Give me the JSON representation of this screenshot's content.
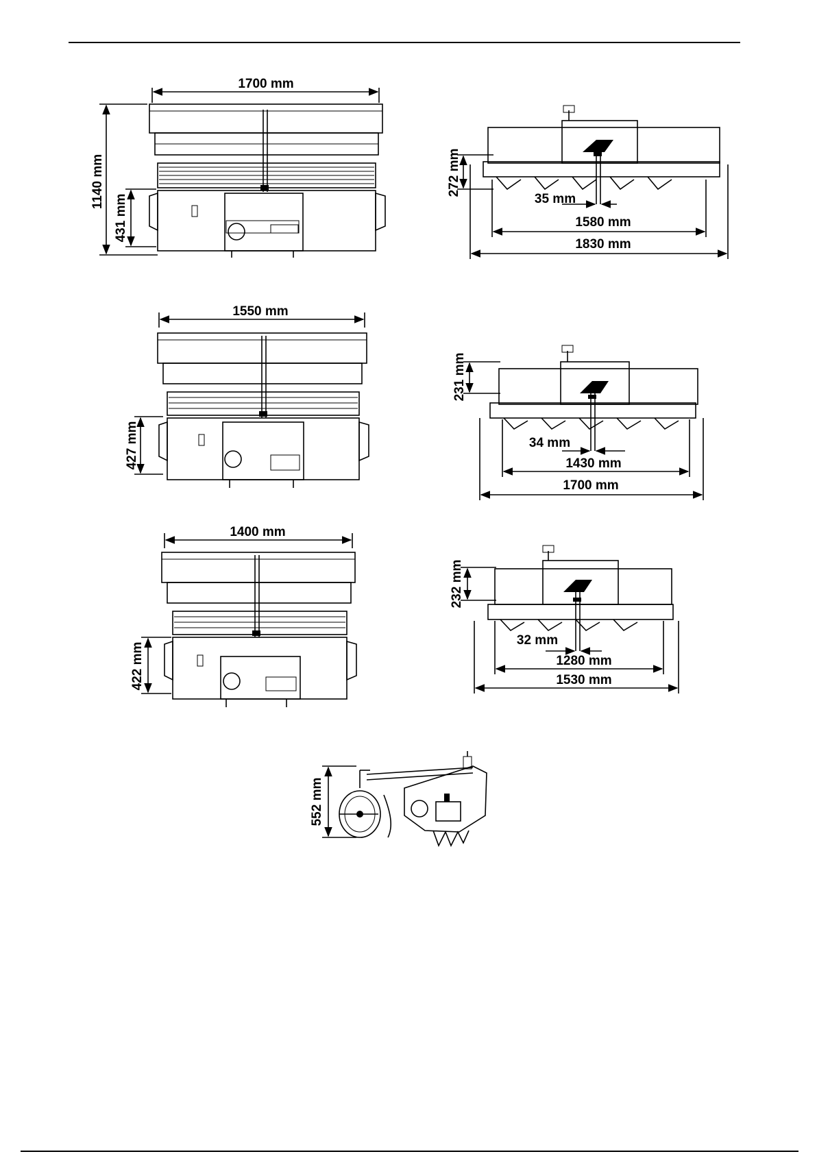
{
  "drawings": {
    "top_front": {
      "width_label": "1700 mm",
      "height_label": "1140 mm",
      "hitch_label": "431 mm"
    },
    "top_side": {
      "height_label": "272 mm",
      "offset_label": "35 mm",
      "track_label": "1580 mm",
      "overall_label": "1830 mm"
    },
    "mid_front": {
      "width_label": "1550 mm",
      "hitch_label": "427 mm"
    },
    "mid_side": {
      "height_label": "231 mm",
      "offset_label": "34 mm",
      "track_label": "1430 mm",
      "overall_label": "1700 mm"
    },
    "low_front": {
      "width_label": "1400 mm",
      "hitch_label": "422 mm"
    },
    "low_side": {
      "height_label": "232 mm",
      "offset_label": "32 mm",
      "track_label": "1280 mm",
      "overall_label": "1530 mm"
    },
    "profile": {
      "height_label": "552 mm"
    }
  }
}
